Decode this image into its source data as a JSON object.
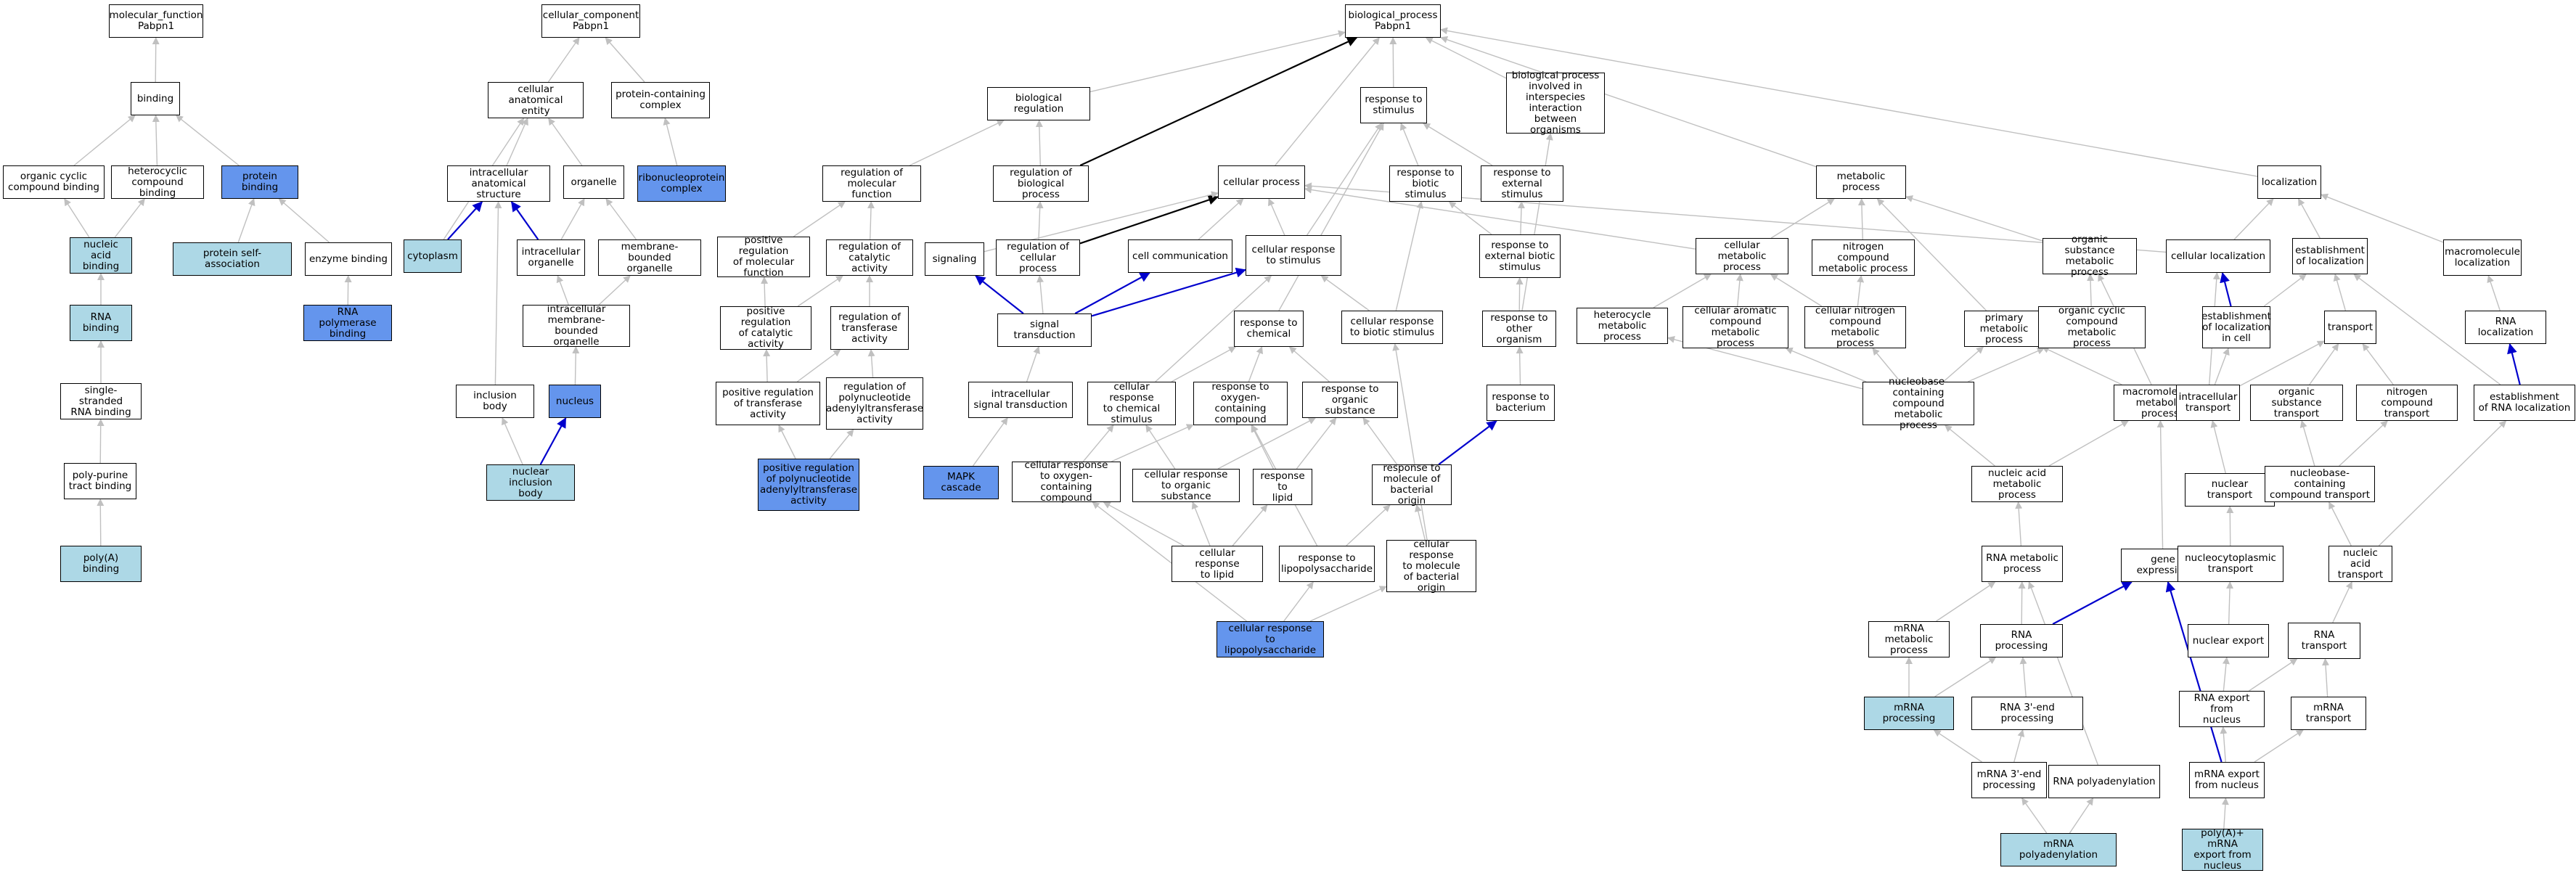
{
  "title": "",
  "nodes": [
    {
      "id": "mf",
      "label": "molecular_function\nPabpn1",
      "fill": "white"
    },
    {
      "id": "binding",
      "label": "binding",
      "fill": "white"
    },
    {
      "id": "ocb",
      "label": "organic cyclic\ncompound binding",
      "fill": "white"
    },
    {
      "id": "hcb",
      "label": "heterocyclic\ncompound binding",
      "fill": "white"
    },
    {
      "id": "pb",
      "label": "protein binding",
      "fill": "blue"
    },
    {
      "id": "nab",
      "label": "nucleic acid\nbinding",
      "fill": "light"
    },
    {
      "id": "psa",
      "label": "protein self-association",
      "fill": "light"
    },
    {
      "id": "eb",
      "label": "enzyme binding",
      "fill": "white"
    },
    {
      "id": "rnab",
      "label": "RNA binding",
      "fill": "light"
    },
    {
      "id": "rnapb",
      "label": "RNA polymerase\nbinding",
      "fill": "blue"
    },
    {
      "id": "ssrnab",
      "label": "single-stranded\nRNA binding",
      "fill": "white"
    },
    {
      "id": "ppb",
      "label": "poly-purine\ntract binding",
      "fill": "white"
    },
    {
      "id": "polyab",
      "label": "poly(A) binding",
      "fill": "light"
    },
    {
      "id": "cc",
      "label": "cellular_component\nPabpn1",
      "fill": "white"
    },
    {
      "id": "cae",
      "label": "cellular anatomical\nentity",
      "fill": "white"
    },
    {
      "id": "pcc",
      "label": "protein-containing\ncomplex",
      "fill": "white"
    },
    {
      "id": "ias",
      "label": "intracellular\nanatomical structure",
      "fill": "white"
    },
    {
      "id": "organelle",
      "label": "organelle",
      "fill": "white"
    },
    {
      "id": "rnpc",
      "label": "ribonucleoprotein\ncomplex",
      "fill": "blue"
    },
    {
      "id": "cyto",
      "label": "cytoplasm",
      "fill": "light"
    },
    {
      "id": "io",
      "label": "intracellular\norganelle",
      "fill": "white"
    },
    {
      "id": "mbo",
      "label": "membrane-bounded\norganelle",
      "fill": "white"
    },
    {
      "id": "imbo",
      "label": "intracellular\nmembrane-bounded\norganelle",
      "fill": "white"
    },
    {
      "id": "ib",
      "label": "inclusion body",
      "fill": "white"
    },
    {
      "id": "nucleus",
      "label": "nucleus",
      "fill": "blue"
    },
    {
      "id": "nib",
      "label": "nuclear inclusion\nbody",
      "fill": "light"
    },
    {
      "id": "bp",
      "label": "biological_process\nPabpn1",
      "fill": "white"
    },
    {
      "id": "breg",
      "label": "biological regulation",
      "fill": "white"
    },
    {
      "id": "rts",
      "label": "response to\nstimulus",
      "fill": "white"
    },
    {
      "id": "bpii",
      "label": "biological process\ninvolved in\ninterspecies\ninteraction\nbetween organisms",
      "fill": "white"
    },
    {
      "id": "rmf",
      "label": "regulation of\nmolecular function",
      "fill": "white"
    },
    {
      "id": "rbp",
      "label": "regulation of\nbiological process",
      "fill": "white"
    },
    {
      "id": "cp",
      "label": "cellular process",
      "fill": "white"
    },
    {
      "id": "rtbs",
      "label": "response to\nbiotic stimulus",
      "fill": "white"
    },
    {
      "id": "rtes",
      "label": "response to\nexternal stimulus",
      "fill": "white"
    },
    {
      "id": "mp",
      "label": "metabolic process",
      "fill": "white"
    },
    {
      "id": "loc",
      "label": "localization",
      "fill": "white"
    },
    {
      "id": "prmf",
      "label": "positive regulation\nof molecular\nfunction",
      "fill": "white"
    },
    {
      "id": "rca",
      "label": "regulation of\ncatalytic activity",
      "fill": "white"
    },
    {
      "id": "signaling",
      "label": "signaling",
      "fill": "white"
    },
    {
      "id": "rcp",
      "label": "regulation of\ncellular process",
      "fill": "white"
    },
    {
      "id": "ccomm",
      "label": "cell communication",
      "fill": "white"
    },
    {
      "id": "crts",
      "label": "cellular response\nto stimulus",
      "fill": "white"
    },
    {
      "id": "rtebs",
      "label": "response to\nexternal biotic\nstimulus",
      "fill": "white"
    },
    {
      "id": "cmp",
      "label": "cellular metabolic\nprocess",
      "fill": "white"
    },
    {
      "id": "ncmp",
      "label": "nitrogen compound\nmetabolic process",
      "fill": "white"
    },
    {
      "id": "osmp",
      "label": "organic substance\nmetabolic process",
      "fill": "white"
    },
    {
      "id": "cloc",
      "label": "cellular localization",
      "fill": "white"
    },
    {
      "id": "eol",
      "label": "establishment\nof localization",
      "fill": "white"
    },
    {
      "id": "mloc",
      "label": "macromolecule\nlocalization",
      "fill": "white"
    },
    {
      "id": "prca",
      "label": "positive regulation\nof catalytic\nactivity",
      "fill": "white"
    },
    {
      "id": "rta",
      "label": "regulation of\ntransferase\nactivity",
      "fill": "white"
    },
    {
      "id": "st",
      "label": "signal transduction",
      "fill": "white"
    },
    {
      "id": "rtc",
      "label": "response to\nchemical",
      "fill": "white"
    },
    {
      "id": "crtbs",
      "label": "cellular response\nto biotic stimulus",
      "fill": "white"
    },
    {
      "id": "rtoo",
      "label": "response to\nother organism",
      "fill": "white"
    },
    {
      "id": "hmp",
      "label": "heterocycle\nmetabolic process",
      "fill": "white"
    },
    {
      "id": "cacmp",
      "label": "cellular aromatic\ncompound metabolic\nprocess",
      "fill": "white"
    },
    {
      "id": "cncmp",
      "label": "cellular nitrogen\ncompound metabolic\nprocess",
      "fill": "white"
    },
    {
      "id": "pmp",
      "label": "primary metabolic\nprocess",
      "fill": "white"
    },
    {
      "id": "occmp",
      "label": "organic cyclic\ncompound metabolic\nprocess",
      "fill": "white"
    },
    {
      "id": "eolic",
      "label": "establishment\nof localization\nin cell",
      "fill": "white"
    },
    {
      "id": "transport",
      "label": "transport",
      "fill": "white"
    },
    {
      "id": "rnaloc",
      "label": "RNA localization",
      "fill": "white"
    },
    {
      "id": "prta",
      "label": "positive regulation\nof transferase\nactivity",
      "fill": "white"
    },
    {
      "id": "rpaa",
      "label": "regulation of\npolynucleotide\nadenylyltransferase\nactivity",
      "fill": "white"
    },
    {
      "id": "ist",
      "label": "intracellular\nsignal transduction",
      "fill": "white"
    },
    {
      "id": "crtcs",
      "label": "cellular response\nto chemical\nstimulus",
      "fill": "white"
    },
    {
      "id": "rtocc",
      "label": "response to\noxygen-containing\ncompound",
      "fill": "white"
    },
    {
      "id": "rtos",
      "label": "response to\norganic substance",
      "fill": "white"
    },
    {
      "id": "rtbact",
      "label": "response to\nbacterium",
      "fill": "white"
    },
    {
      "id": "nccmp",
      "label": "nucleobase-containing\ncompound metabolic\nprocess",
      "fill": "white"
    },
    {
      "id": "macmp",
      "label": "macromolecule\nmetabolic process",
      "fill": "white"
    },
    {
      "id": "itrans",
      "label": "intracellular\ntransport",
      "fill": "white"
    },
    {
      "id": "ostrans",
      "label": "organic substance\ntransport",
      "fill": "white"
    },
    {
      "id": "nctrans",
      "label": "nitrogen compound\ntransport",
      "fill": "white"
    },
    {
      "id": "eorl",
      "label": "establishment\nof RNA localization",
      "fill": "white"
    },
    {
      "id": "prpaa",
      "label": "positive regulation\nof polynucleotide\nadenylyltransferase\nactivity",
      "fill": "blue"
    },
    {
      "id": "mapk",
      "label": "MAPK cascade",
      "fill": "blue"
    },
    {
      "id": "crtocc",
      "label": "cellular response\nto oxygen-containing\ncompound",
      "fill": "white"
    },
    {
      "id": "crtos",
      "label": "cellular response\nto organic substance",
      "fill": "white"
    },
    {
      "id": "rtl",
      "label": "response to\nlipid",
      "fill": "white"
    },
    {
      "id": "rtmbo",
      "label": "response to\nmolecule of\nbacterial origin",
      "fill": "white"
    },
    {
      "id": "namp",
      "label": "nucleic acid\nmetabolic process",
      "fill": "white"
    },
    {
      "id": "ntrans",
      "label": "nuclear transport",
      "fill": "white"
    },
    {
      "id": "nbctrans",
      "label": "nucleobase-containing\ncompound transport",
      "fill": "white"
    },
    {
      "id": "crtl",
      "label": "cellular response\nto lipid",
      "fill": "white"
    },
    {
      "id": "rtlps",
      "label": "response to\nlipopolysaccharide",
      "fill": "white"
    },
    {
      "id": "crtmbo",
      "label": "cellular response\nto molecule\nof bacterial\norigin",
      "fill": "white"
    },
    {
      "id": "rnamp",
      "label": "RNA metabolic\nprocess",
      "fill": "white"
    },
    {
      "id": "ge",
      "label": "gene expression",
      "fill": "white"
    },
    {
      "id": "ncytrans",
      "label": "nucleocytoplasmic\ntransport",
      "fill": "white"
    },
    {
      "id": "natrans",
      "label": "nucleic acid\ntransport",
      "fill": "white"
    },
    {
      "id": "crtlps",
      "label": "cellular response\nto lipopolysaccharide",
      "fill": "blue"
    },
    {
      "id": "mrnamp",
      "label": "mRNA metabolic\nprocess",
      "fill": "white"
    },
    {
      "id": "rnap",
      "label": "RNA processing",
      "fill": "white"
    },
    {
      "id": "nexp",
      "label": "nuclear export",
      "fill": "white"
    },
    {
      "id": "rnatrans",
      "label": "RNA transport",
      "fill": "white"
    },
    {
      "id": "mrnaproc",
      "label": "mRNA processing",
      "fill": "light"
    },
    {
      "id": "rna3",
      "label": "RNA 3'-end processing",
      "fill": "white"
    },
    {
      "id": "rnaexp",
      "label": "RNA export from\nnucleus",
      "fill": "white"
    },
    {
      "id": "mrnatrans",
      "label": "mRNA transport",
      "fill": "white"
    },
    {
      "id": "mrna3",
      "label": "mRNA 3'-end\nprocessing",
      "fill": "white"
    },
    {
      "id": "rnapoly",
      "label": "RNA polyadenylation",
      "fill": "white"
    },
    {
      "id": "mrnaexp",
      "label": "mRNA export\nfrom nucleus",
      "fill": "white"
    },
    {
      "id": "mrnapoly",
      "label": "mRNA polyadenylation",
      "fill": "light"
    },
    {
      "id": "polyaexp",
      "label": "poly(A)+ mRNA\nexport from\nnucleus",
      "fill": "light"
    }
  ],
  "edges": [
    [
      "binding",
      "mf",
      "is_a"
    ],
    [
      "ocb",
      "binding",
      "is_a"
    ],
    [
      "hcb",
      "binding",
      "is_a"
    ],
    [
      "pb",
      "binding",
      "is_a"
    ],
    [
      "nab",
      "ocb",
      "is_a"
    ],
    [
      "nab",
      "hcb",
      "is_a"
    ],
    [
      "psa",
      "pb",
      "is_a"
    ],
    [
      "eb",
      "pb",
      "is_a"
    ],
    [
      "rnab",
      "nab",
      "is_a"
    ],
    [
      "rnapb",
      "eb",
      "is_a"
    ],
    [
      "ssrnab",
      "rnab",
      "is_a"
    ],
    [
      "ppb",
      "ssrnab",
      "is_a"
    ],
    [
      "polyab",
      "ppb",
      "is_a"
    ],
    [
      "cae",
      "cc",
      "is_a"
    ],
    [
      "pcc",
      "cc",
      "is_a"
    ],
    [
      "ias",
      "cae",
      "is_a"
    ],
    [
      "organelle",
      "cae",
      "is_a"
    ],
    [
      "rnpc",
      "pcc",
      "is_a"
    ],
    [
      "cyto",
      "ias",
      "part_of"
    ],
    [
      "cyto",
      "cae",
      "is_a"
    ],
    [
      "io",
      "ias",
      "part_of"
    ],
    [
      "io",
      "organelle",
      "is_a"
    ],
    [
      "mbo",
      "organelle",
      "is_a"
    ],
    [
      "imbo",
      "io",
      "is_a"
    ],
    [
      "imbo",
      "mbo",
      "is_a"
    ],
    [
      "ib",
      "ias",
      "is_a"
    ],
    [
      "nucleus",
      "imbo",
      "is_a"
    ],
    [
      "nib",
      "nucleus",
      "part_of"
    ],
    [
      "nib",
      "ib",
      "is_a"
    ],
    [
      "breg",
      "bp",
      "is_a"
    ],
    [
      "rts",
      "bp",
      "is_a"
    ],
    [
      "bpii",
      "bp",
      "is_a"
    ],
    [
      "cp",
      "bp",
      "is_a"
    ],
    [
      "mp",
      "bp",
      "is_a"
    ],
    [
      "loc",
      "bp",
      "is_a"
    ],
    [
      "rmf",
      "breg",
      "is_a"
    ],
    [
      "rbp",
      "breg",
      "is_a"
    ],
    [
      "rbp",
      "bp",
      "regulates"
    ],
    [
      "rcp",
      "rbp",
      "is_a"
    ],
    [
      "rcp",
      "cp",
      "regulates"
    ],
    [
      "rtbs",
      "rts",
      "is_a"
    ],
    [
      "rtes",
      "rts",
      "is_a"
    ],
    [
      "rtebs",
      "rtbs",
      "is_a"
    ],
    [
      "rtebs",
      "rtes",
      "is_a"
    ],
    [
      "rtoo",
      "rtebs",
      "is_a"
    ],
    [
      "rtoo",
      "bpii",
      "is_a"
    ],
    [
      "prmf",
      "rmf",
      "is_a"
    ],
    [
      "rca",
      "rmf",
      "is_a"
    ],
    [
      "prca",
      "prmf",
      "is_a"
    ],
    [
      "prca",
      "rca",
      "is_a"
    ],
    [
      "rta",
      "rca",
      "is_a"
    ],
    [
      "prta",
      "prca",
      "is_a"
    ],
    [
      "prta",
      "rta",
      "is_a"
    ],
    [
      "rpaa",
      "rta",
      "is_a"
    ],
    [
      "prpaa",
      "prta",
      "is_a"
    ],
    [
      "prpaa",
      "rpaa",
      "is_a"
    ],
    [
      "signaling",
      "cp",
      "is_a"
    ],
    [
      "ccomm",
      "cp",
      "is_a"
    ],
    [
      "crts",
      "cp",
      "is_a"
    ],
    [
      "crts",
      "rts",
      "is_a"
    ],
    [
      "st",
      "signaling",
      "part_of"
    ],
    [
      "st",
      "ccomm",
      "part_of"
    ],
    [
      "st",
      "crts",
      "part_of"
    ],
    [
      "st",
      "rcp",
      "is_a"
    ],
    [
      "ist",
      "st",
      "is_a"
    ],
    [
      "mapk",
      "ist",
      "is_a"
    ],
    [
      "rtc",
      "rts",
      "is_a"
    ],
    [
      "crtcs",
      "rtc",
      "is_a"
    ],
    [
      "crtcs",
      "crts",
      "is_a"
    ],
    [
      "rtocc",
      "rtc",
      "is_a"
    ],
    [
      "rtos",
      "rtc",
      "is_a"
    ],
    [
      "crtocc",
      "rtocc",
      "is_a"
    ],
    [
      "crtocc",
      "crtcs",
      "is_a"
    ],
    [
      "crtos",
      "rtos",
      "is_a"
    ],
    [
      "crtos",
      "crtcs",
      "is_a"
    ],
    [
      "rtl",
      "rtocc",
      "is_a"
    ],
    [
      "rtl",
      "rtos",
      "is_a"
    ],
    [
      "crtl",
      "rtl",
      "is_a"
    ],
    [
      "crtl",
      "crtocc",
      "is_a"
    ],
    [
      "crtl",
      "crtos",
      "is_a"
    ],
    [
      "crtbs",
      "rtbs",
      "is_a"
    ],
    [
      "crtbs",
      "crts",
      "is_a"
    ],
    [
      "rtbact",
      "rtoo",
      "is_a"
    ],
    [
      "rtmbo",
      "rtbact",
      "part_of"
    ],
    [
      "rtmbo",
      "rtos",
      "is_a"
    ],
    [
      "rtlps",
      "rtmbo",
      "is_a"
    ],
    [
      "rtlps",
      "rtocc",
      "is_a"
    ],
    [
      "crtmbo",
      "rtmbo",
      "is_a"
    ],
    [
      "crtmbo",
      "crtbs",
      "is_a"
    ],
    [
      "crtlps",
      "rtlps",
      "is_a"
    ],
    [
      "crtlps",
      "crtmbo",
      "is_a"
    ],
    [
      "crtlps",
      "crtocc",
      "is_a"
    ],
    [
      "cmp",
      "mp",
      "is_a"
    ],
    [
      "cmp",
      "cp",
      "is_a"
    ],
    [
      "ncmp",
      "mp",
      "is_a"
    ],
    [
      "osmp",
      "mp",
      "is_a"
    ],
    [
      "pmp",
      "mp",
      "is_a"
    ],
    [
      "hmp",
      "cmp",
      "is_a"
    ],
    [
      "cacmp",
      "cmp",
      "is_a"
    ],
    [
      "cncmp",
      "cmp",
      "is_a"
    ],
    [
      "cncmp",
      "ncmp",
      "is_a"
    ],
    [
      "occmp",
      "osmp",
      "is_a"
    ],
    [
      "nccmp",
      "hmp",
      "is_a"
    ],
    [
      "nccmp",
      "cacmp",
      "is_a"
    ],
    [
      "nccmp",
      "cncmp",
      "is_a"
    ],
    [
      "nccmp",
      "pmp",
      "is_a"
    ],
    [
      "nccmp",
      "occmp",
      "is_a"
    ],
    [
      "macmp",
      "osmp",
      "is_a"
    ],
    [
      "macmp",
      "pmp",
      "is_a"
    ],
    [
      "namp",
      "nccmp",
      "is_a"
    ],
    [
      "namp",
      "macmp",
      "is_a"
    ],
    [
      "rnamp",
      "namp",
      "is_a"
    ],
    [
      "ge",
      "macmp",
      "is_a"
    ],
    [
      "mrnamp",
      "rnamp",
      "is_a"
    ],
    [
      "rnap",
      "rnamp",
      "is_a"
    ],
    [
      "rnap",
      "ge",
      "part_of"
    ],
    [
      "mrnaproc",
      "mrnamp",
      "is_a"
    ],
    [
      "mrnaproc",
      "rnap",
      "is_a"
    ],
    [
      "rna3",
      "rnap",
      "is_a"
    ],
    [
      "mrna3",
      "mrnaproc",
      "is_a"
    ],
    [
      "mrna3",
      "rna3",
      "is_a"
    ],
    [
      "rnapoly",
      "rnamp",
      "is_a"
    ],
    [
      "mrnapoly",
      "mrna3",
      "is_a"
    ],
    [
      "mrnapoly",
      "rnapoly",
      "is_a"
    ],
    [
      "cloc",
      "loc",
      "is_a"
    ],
    [
      "cloc",
      "cp",
      "is_a"
    ],
    [
      "eol",
      "loc",
      "is_a"
    ],
    [
      "mloc",
      "loc",
      "is_a"
    ],
    [
      "rnaloc",
      "mloc",
      "is_a"
    ],
    [
      "eolic",
      "cloc",
      "part_of"
    ],
    [
      "eolic",
      "eol",
      "is_a"
    ],
    [
      "transport",
      "eol",
      "is_a"
    ],
    [
      "eorl",
      "rnaloc",
      "part_of"
    ],
    [
      "eorl",
      "eol",
      "is_a"
    ],
    [
      "itrans",
      "eolic",
      "is_a"
    ],
    [
      "itrans",
      "transport",
      "is_a"
    ],
    [
      "itrans",
      "cloc",
      "is_a"
    ],
    [
      "ostrans",
      "transport",
      "is_a"
    ],
    [
      "nctrans",
      "transport",
      "is_a"
    ],
    [
      "ntrans",
      "itrans",
      "is_a"
    ],
    [
      "nbctrans",
      "ostrans",
      "is_a"
    ],
    [
      "nbctrans",
      "nctrans",
      "is_a"
    ],
    [
      "natrans",
      "nbctrans",
      "is_a"
    ],
    [
      "natrans",
      "eorl",
      "is_a"
    ],
    [
      "ncytrans",
      "ntrans",
      "is_a"
    ],
    [
      "nexp",
      "ncytrans",
      "is_a"
    ],
    [
      "rnatrans",
      "natrans",
      "is_a"
    ],
    [
      "rnaexp",
      "nexp",
      "is_a"
    ],
    [
      "rnaexp",
      "rnatrans",
      "is_a"
    ],
    [
      "mrnatrans",
      "rnatrans",
      "is_a"
    ],
    [
      "mrnaexp",
      "rnaexp",
      "is_a"
    ],
    [
      "mrnaexp",
      "mrnatrans",
      "is_a"
    ],
    [
      "mrnaexp",
      "ge",
      "part_of"
    ],
    [
      "polyaexp",
      "mrnaexp",
      "is_a"
    ]
  ],
  "colors": {
    "blue_fill": "#6495ed",
    "light_fill": "#add8e6",
    "white_fill": "#ffffff",
    "is_a_edge": "#c0c0c0",
    "part_of_edge": "#0000cd",
    "regulates_edge": "#000000"
  }
}
